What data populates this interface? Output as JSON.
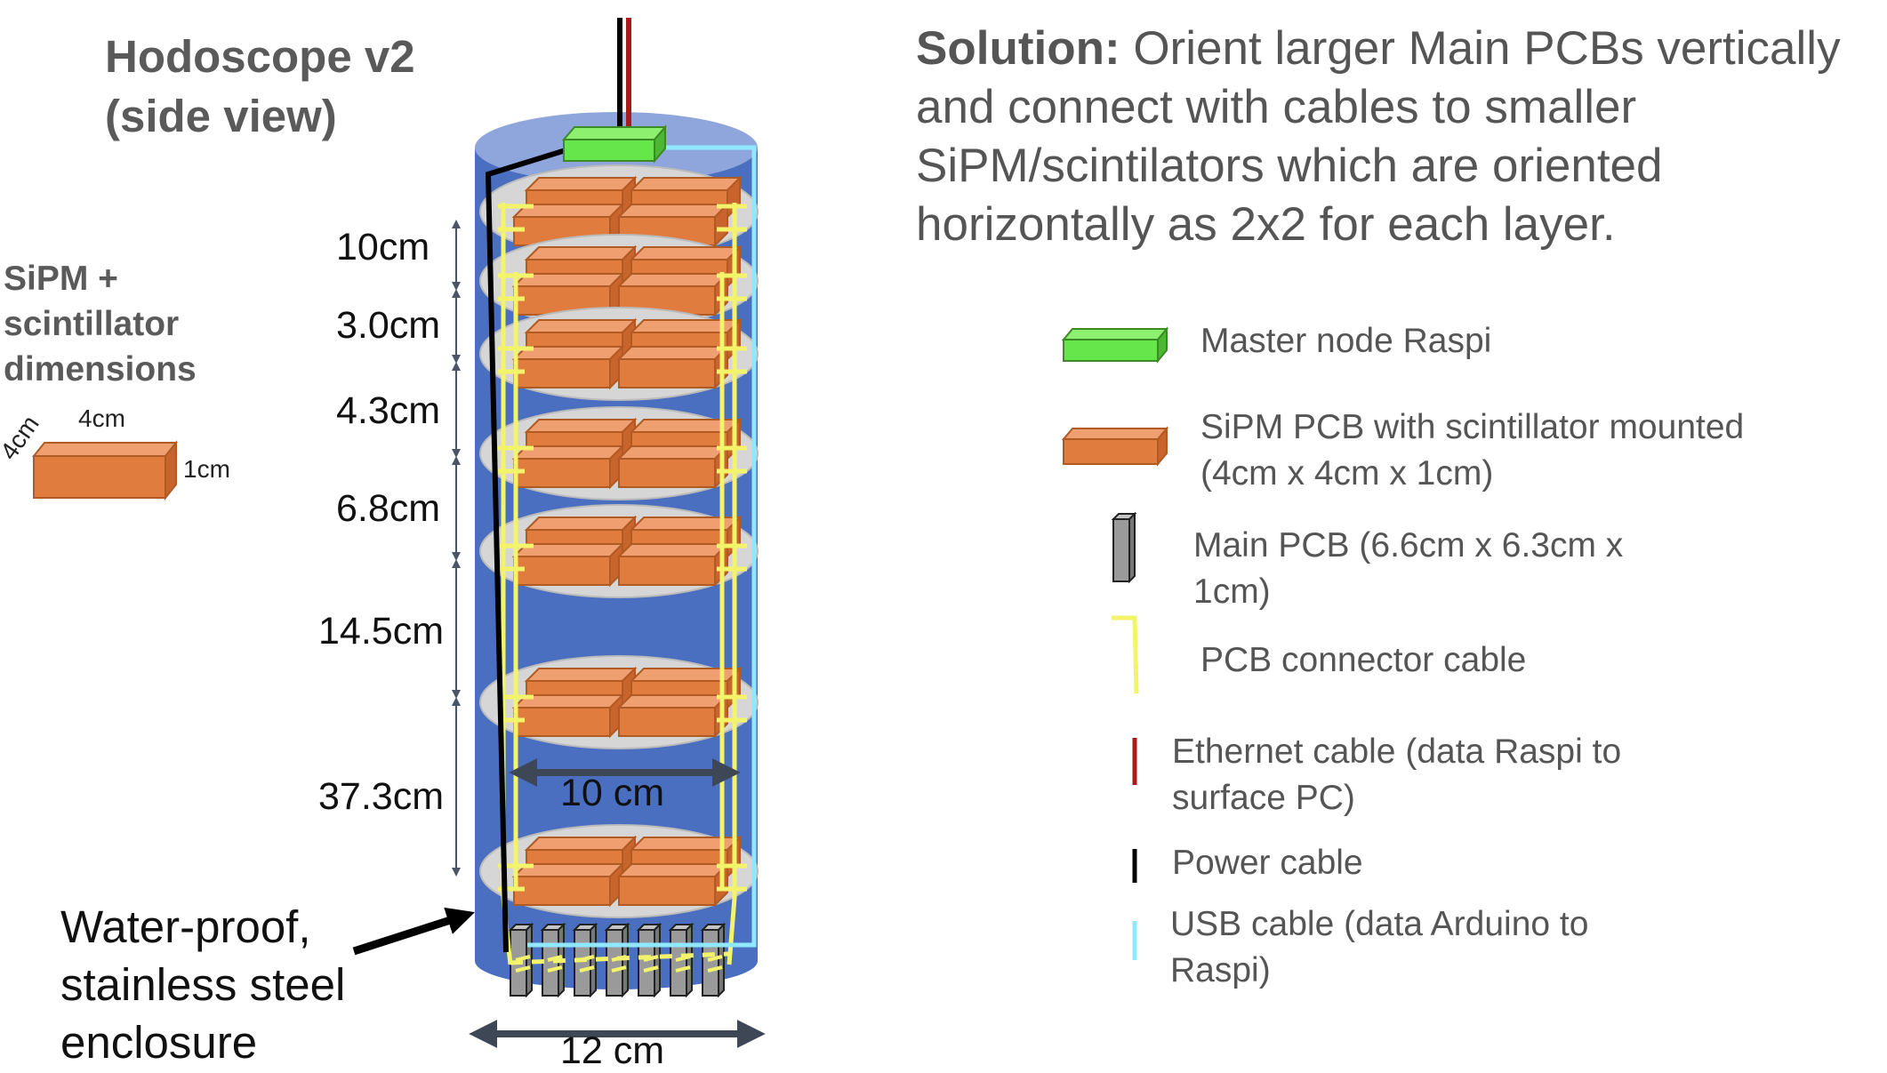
{
  "title": [
    "Hodoscope v2",
    "(side view)"
  ],
  "sipm_box": {
    "title": [
      "SiPM +",
      "scintillator",
      "dimensions"
    ],
    "top_label": "4cm",
    "side_label": "4cm",
    "right_label": "1cm"
  },
  "spacings": [
    "10cm",
    "3.0cm",
    "4.3cm",
    "6.8cm",
    "14.5cm",
    "37.3cm"
  ],
  "inner_width": "10 cm",
  "outer_width": "12 cm",
  "enclosure_label": [
    "Water-proof,",
    "stainless steel",
    "enclosure"
  ],
  "solution": {
    "bold": "Solution:",
    "lines": [
      " Orient larger Main PCBs vertically",
      "and connect with cables to smaller",
      "SiPM/scintilators which are oriented",
      "horizontally as 2x2 for each layer."
    ]
  },
  "legend": [
    {
      "icon": "green-box-icon",
      "lines": [
        "Master node Raspi"
      ]
    },
    {
      "icon": "orange-box-icon",
      "lines": [
        "SiPM PCB with scintillator mounted",
        "(4cm x 4cm x 1cm)"
      ]
    },
    {
      "icon": "gray-pcb-icon",
      "lines": [
        "Main PCB (6.6cm x 6.3cm x",
        "1cm)"
      ]
    },
    {
      "icon": "yellow-cable-icon",
      "lines": [
        "PCB connector cable"
      ]
    },
    {
      "icon": "red-cable-icon",
      "lines": [
        "Ethernet cable (data Raspi to",
        "surface PC)"
      ]
    },
    {
      "icon": "black-cable-icon",
      "lines": [
        "Power cable"
      ]
    },
    {
      "icon": "cyan-cable-icon",
      "lines": [
        "USB cable (data Arduino to",
        "Raspi)"
      ]
    }
  ],
  "colors": {
    "cylinder": "#4a6fc0",
    "cylinder_top": "#8ea6dc",
    "raspi": "#66e64a",
    "sipm": "#e07c3e",
    "main_pcb": "#9a9a9a",
    "connector_cable": "#f4f46a",
    "ethernet": "#a81b1b",
    "power": "#000000",
    "usb": "#8fe8ff"
  }
}
